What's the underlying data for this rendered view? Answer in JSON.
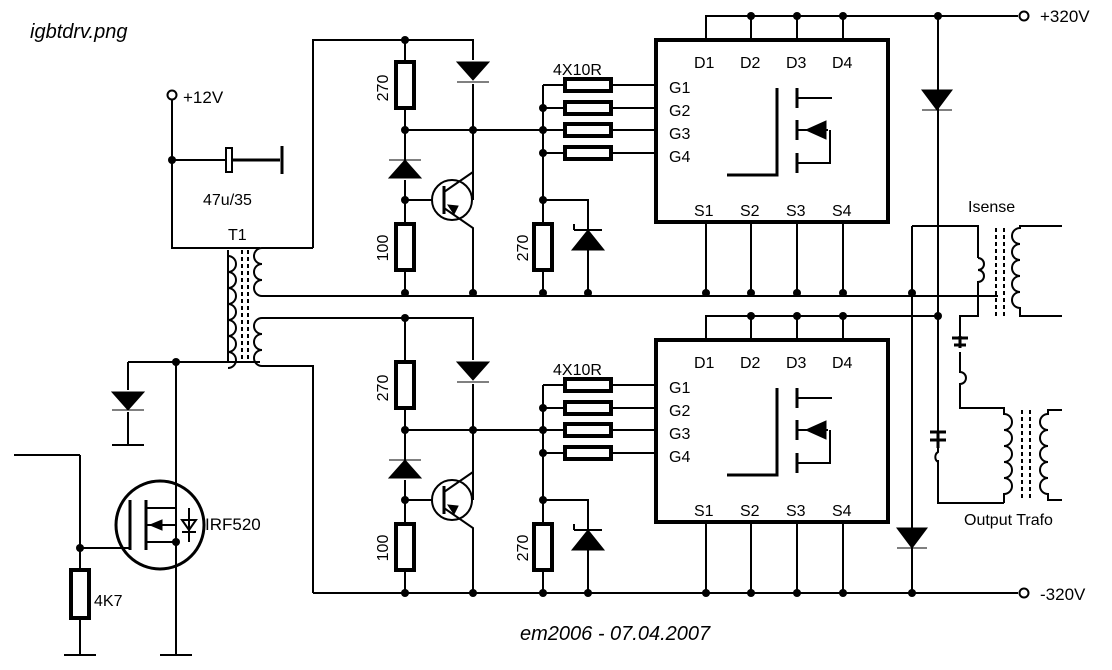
{
  "file_label": "igbtdrv.png",
  "supply": {
    "pos_label": "+12V",
    "hv_pos_label": "+320V",
    "hv_neg_label": "-320V"
  },
  "capacitor": {
    "value": "47u/35"
  },
  "transformer": {
    "ref": "T1"
  },
  "gate_resistor": {
    "value": "4K7"
  },
  "mosfet": {
    "ref": "IRF520"
  },
  "upper_driver": {
    "resistor_top": "270",
    "resistor_bottom": "100",
    "resistor_gate": "270",
    "gate_array": "4X10R"
  },
  "lower_driver": {
    "resistor_top": "270",
    "resistor_bottom": "100",
    "resistor_gate": "270",
    "gate_array": "4X10R"
  },
  "module_pins": {
    "drain": [
      "D1",
      "D2",
      "D3",
      "D4"
    ],
    "gate": [
      "G1",
      "G2",
      "G3",
      "G4"
    ],
    "source": [
      "S1",
      "S2",
      "S3",
      "S4"
    ]
  },
  "labels": {
    "isense": "Isense",
    "output_trafo": "Output Trafo"
  },
  "footer": "em2006 - 07.04.2007"
}
